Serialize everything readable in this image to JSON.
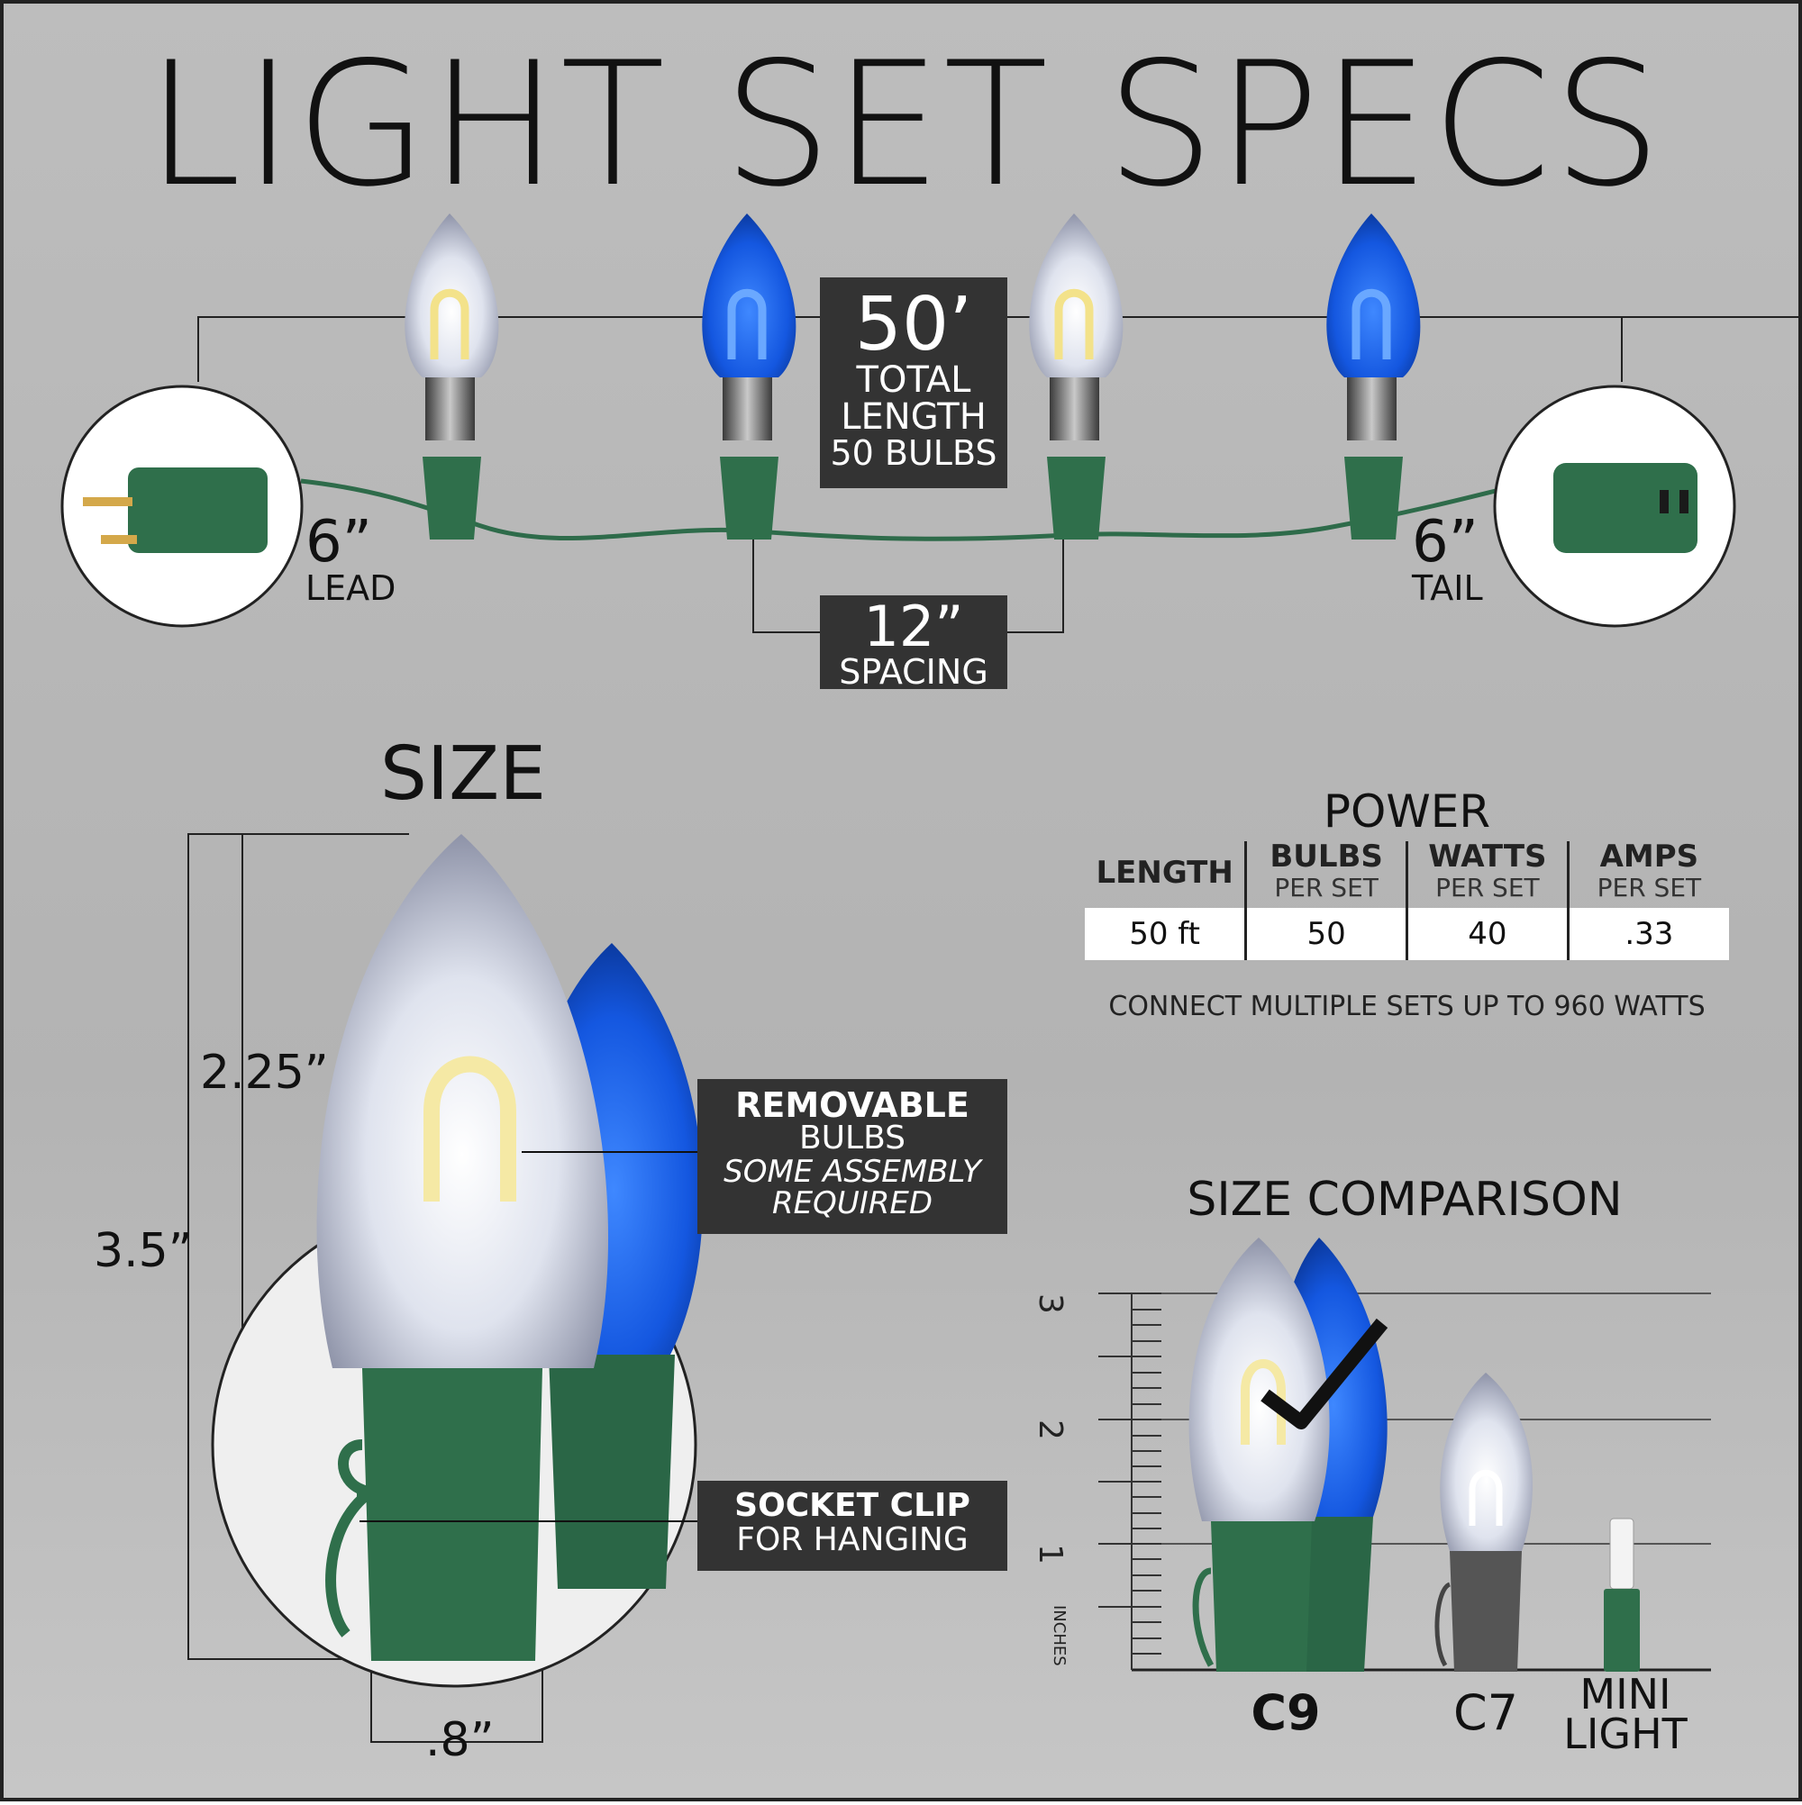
{
  "title": "LIGHT SET SPECS",
  "total_length": {
    "value": "50’",
    "line1": "TOTAL",
    "line2": "LENGTH",
    "line3": "50 BULBS"
  },
  "lead": {
    "value": "6”",
    "label": "LEAD"
  },
  "tail": {
    "value": "6”",
    "label": "TAIL"
  },
  "spacing": {
    "value": "12”",
    "label": "SPACING"
  },
  "size": {
    "heading": "SIZE",
    "height_total": "3.5”",
    "height_bulb": "2.25”",
    "base_width": ".8”",
    "callout_bulbs": {
      "line1": "REMOVABLE",
      "line2": "BULBS",
      "line3": "SOME ASSEMBLY",
      "line4": "REQUIRED"
    },
    "callout_clip": {
      "line1": "SOCKET CLIP",
      "line2": "FOR HANGING"
    }
  },
  "power": {
    "heading": "POWER",
    "columns": [
      {
        "main": "LENGTH",
        "sub": ""
      },
      {
        "main": "BULBS",
        "sub": "PER SET"
      },
      {
        "main": "WATTS",
        "sub": "PER SET"
      },
      {
        "main": "AMPS",
        "sub": "PER SET"
      }
    ],
    "row": [
      "50 ft",
      "50",
      "40",
      ".33"
    ],
    "note": "CONNECT MULTIPLE SETS UP TO 960 WATTS"
  },
  "comparison": {
    "heading": "SIZE COMPARISON",
    "ruler_marks": [
      "3",
      "2",
      "1"
    ],
    "ruler_unit": "INCHES",
    "items": [
      {
        "label": "C9"
      },
      {
        "label": "C7"
      },
      {
        "label1": "MINI",
        "label2": "LIGHT"
      }
    ]
  },
  "colors": {
    "cord": "#2e6b4a",
    "socket": "#2f6f4b",
    "blue_bulb": "#1457e0",
    "label_box": "#333333"
  }
}
